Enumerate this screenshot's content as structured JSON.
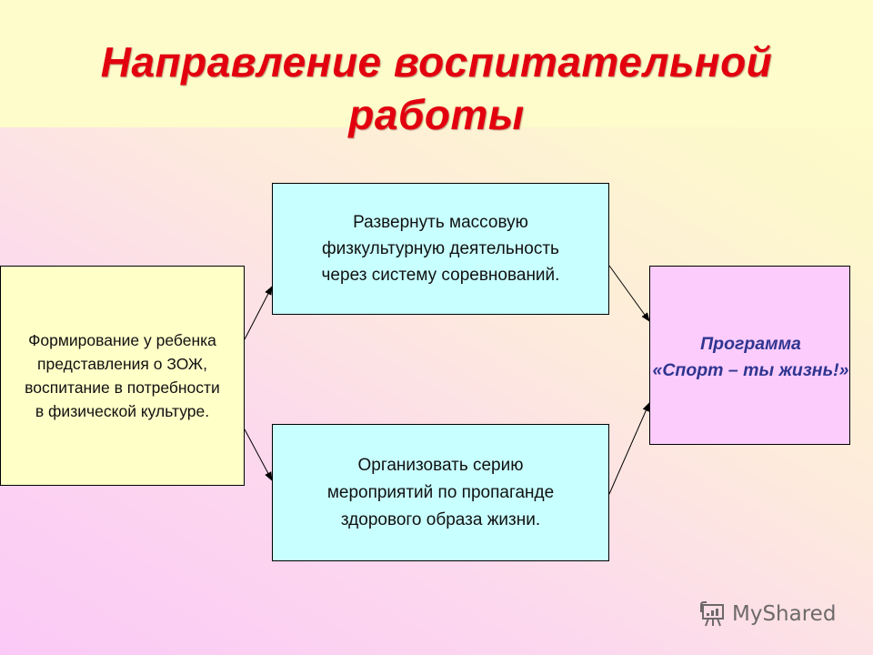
{
  "slide": {
    "title": {
      "line1": "Направление воспитательной",
      "line2": "работы",
      "color": "#e2000f"
    },
    "boxes": {
      "left": {
        "lines": [
          "Формирование у ребенка",
          "представления о ЗОЖ,",
          "воспитание в потребности",
          "в физической культуре."
        ],
        "fill": "#ffffc8"
      },
      "top": {
        "lines": [
          "Развернуть массовую",
          "физкультурную деятельность",
          "через систему соревнований."
        ],
        "fill": "#c8ffff"
      },
      "bottom": {
        "lines": [
          "Организовать серию",
          "мероприятий по пропаганде",
          "здорового образа жизни."
        ],
        "fill": "#c8ffff"
      },
      "right": {
        "lines": [
          "Программа",
          "«Спорт – ты жизнь!»"
        ],
        "fill": "#fcccfc",
        "text_color": "#2f3590"
      }
    },
    "connections": [
      {
        "from": "left",
        "to": "top"
      },
      {
        "from": "left",
        "to": "bottom"
      },
      {
        "from": "top",
        "to": "right"
      },
      {
        "from": "bottom",
        "to": "right"
      }
    ]
  },
  "watermark": {
    "icon": "presentation-board-icon",
    "label": "MyShared"
  }
}
